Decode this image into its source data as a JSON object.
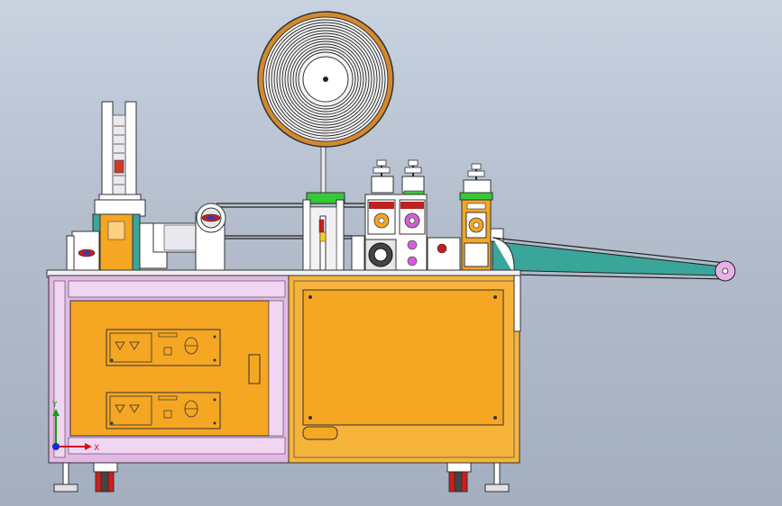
{
  "view": {
    "triad": {
      "x_label": "X",
      "y_label": "Y"
    }
  },
  "colors": {
    "background_top": "#c9d2e0",
    "background_bottom": "#a3aebf",
    "cabinet_left_frame": "#e3b8e6",
    "cabinet_panel": "#f5a623",
    "cabinet_right_frame": "#f7b43a",
    "reel_rim": "#d4892f",
    "conveyor_belt": "#3aa69a",
    "mount_green": "#37c837",
    "caster_red": "#d01c1c",
    "triad_x": "#d01010",
    "triad_y": "#10a010",
    "triad_z": "#1030d0"
  },
  "parts": [
    "wire-reel",
    "feeder-tower",
    "roller-unit",
    "cutter-head-left",
    "cutter-head-right",
    "output-conveyor",
    "control-panel-upper",
    "control-panel-lower",
    "cabinet-door",
    "caster-left",
    "caster-right"
  ]
}
